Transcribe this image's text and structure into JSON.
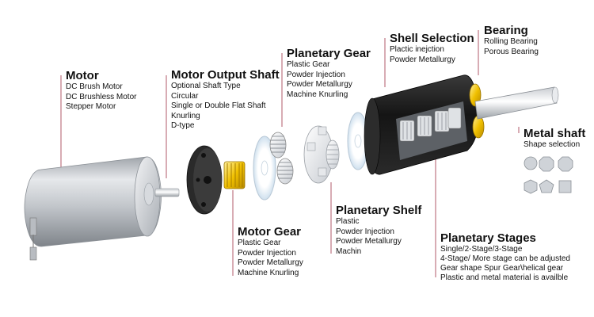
{
  "labels": {
    "motor": {
      "title": "Motor",
      "lines": [
        "DC Brush Motor",
        "DC Brushless Motor",
        "Stepper Motor"
      ]
    },
    "motor_output_shaft": {
      "title": "Motor Output Shaft",
      "lines": [
        "Optional Shaft Type",
        "Circular",
        "Single or Double Flat Shaft",
        "Knurling",
        "D-type"
      ]
    },
    "planetary_gear": {
      "title": "Planetary Gear",
      "lines": [
        "Plastic Gear",
        "Powder Injection",
        "Powder Metallurgy",
        "Machine Knurling"
      ]
    },
    "shell_selection": {
      "title": "Shell Selection",
      "lines": [
        "Plactic inejction",
        "Powder Metallurgy"
      ]
    },
    "bearing": {
      "title": "Bearing",
      "lines": [
        "Rolling Bearing",
        "Porous Bearing"
      ]
    },
    "metal_shaft": {
      "title": "Metal shaft",
      "lines": [
        "Shape selection"
      ]
    },
    "motor_gear": {
      "title": "Motor Gear",
      "lines": [
        "Plastic Gear",
        "Powder Injection",
        "Powder Metallurgy",
        "Machine Knurling"
      ]
    },
    "planetary_shelf": {
      "title": "Planetary Shelf",
      "lines": [
        "Plastic",
        "Powder Injection",
        "Powder Metallurgy",
        "Machin"
      ]
    },
    "planetary_stages": {
      "title": "Planetary Stages",
      "lines": [
        "Single/2-Stage/3-Stage",
        "4-Stage/ More stage can be adjusted",
        "Gear shape Spur Gear\\helical gear",
        "Plastic and metal material is availble"
      ]
    }
  },
  "shaft_shapes": [
    "circle",
    "octagon",
    "octagon",
    "hexagon",
    "pentagon",
    "square"
  ],
  "colors": {
    "leader": "#b05a6a",
    "text": "#111111",
    "gear_gold": "#e8b400",
    "shell_dark": "#1e1e1e",
    "motor_silver": "#c9ccd0"
  }
}
